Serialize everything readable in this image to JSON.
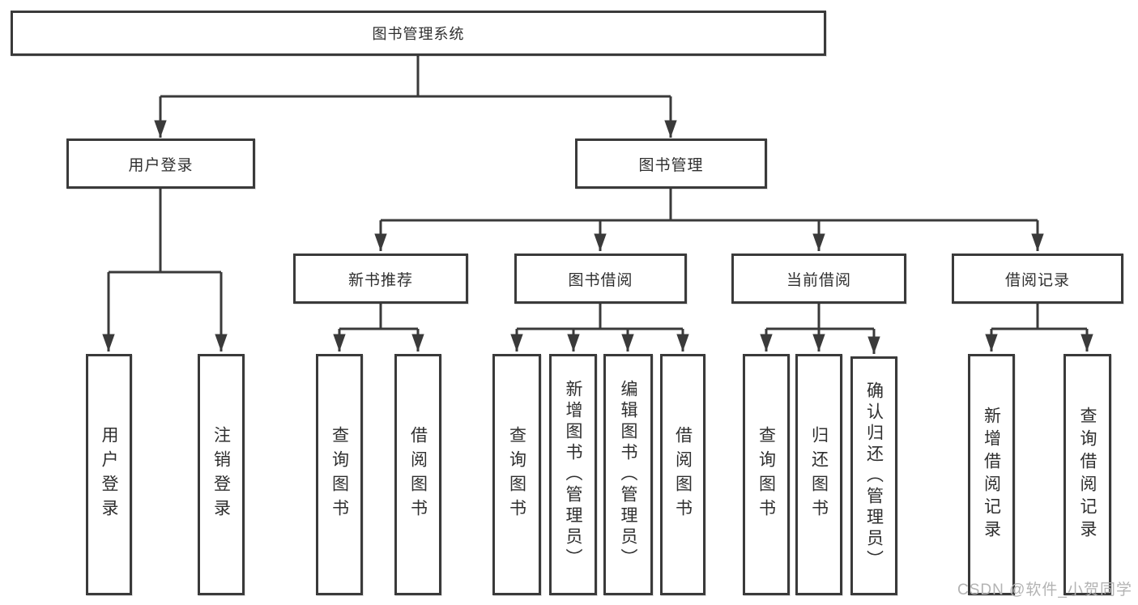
{
  "diagram_type": "tree-hierarchy",
  "colors": {
    "line": "#3a3a3a",
    "border": "#3a3a3a",
    "text": "#2f2f2f",
    "background": "#ffffff",
    "watermark": "#b3b3b3"
  },
  "tree": {
    "label": "图书管理系统",
    "children": [
      {
        "label": "用户登录",
        "children": [
          {
            "label": "用户登录"
          },
          {
            "label": "注销登录"
          }
        ]
      },
      {
        "label": "图书管理",
        "children": [
          {
            "label": "新书推荐",
            "children": [
              {
                "label": "查询图书"
              },
              {
                "label": "借阅图书"
              }
            ]
          },
          {
            "label": "图书借阅",
            "children": [
              {
                "label": "查询图书"
              },
              {
                "label": "新增图书（管理员）"
              },
              {
                "label": "编辑图书（管理员）"
              },
              {
                "label": "借阅图书"
              }
            ]
          },
          {
            "label": "当前借阅",
            "children": [
              {
                "label": "查询图书"
              },
              {
                "label": "归还图书"
              },
              {
                "label": "确认归还（管理员）"
              }
            ]
          },
          {
            "label": "借阅记录",
            "children": [
              {
                "label": "新增借阅记录"
              },
              {
                "label": "查询借阅记录"
              }
            ]
          }
        ]
      }
    ]
  },
  "watermark": "CSDN @软件_小贺同学"
}
